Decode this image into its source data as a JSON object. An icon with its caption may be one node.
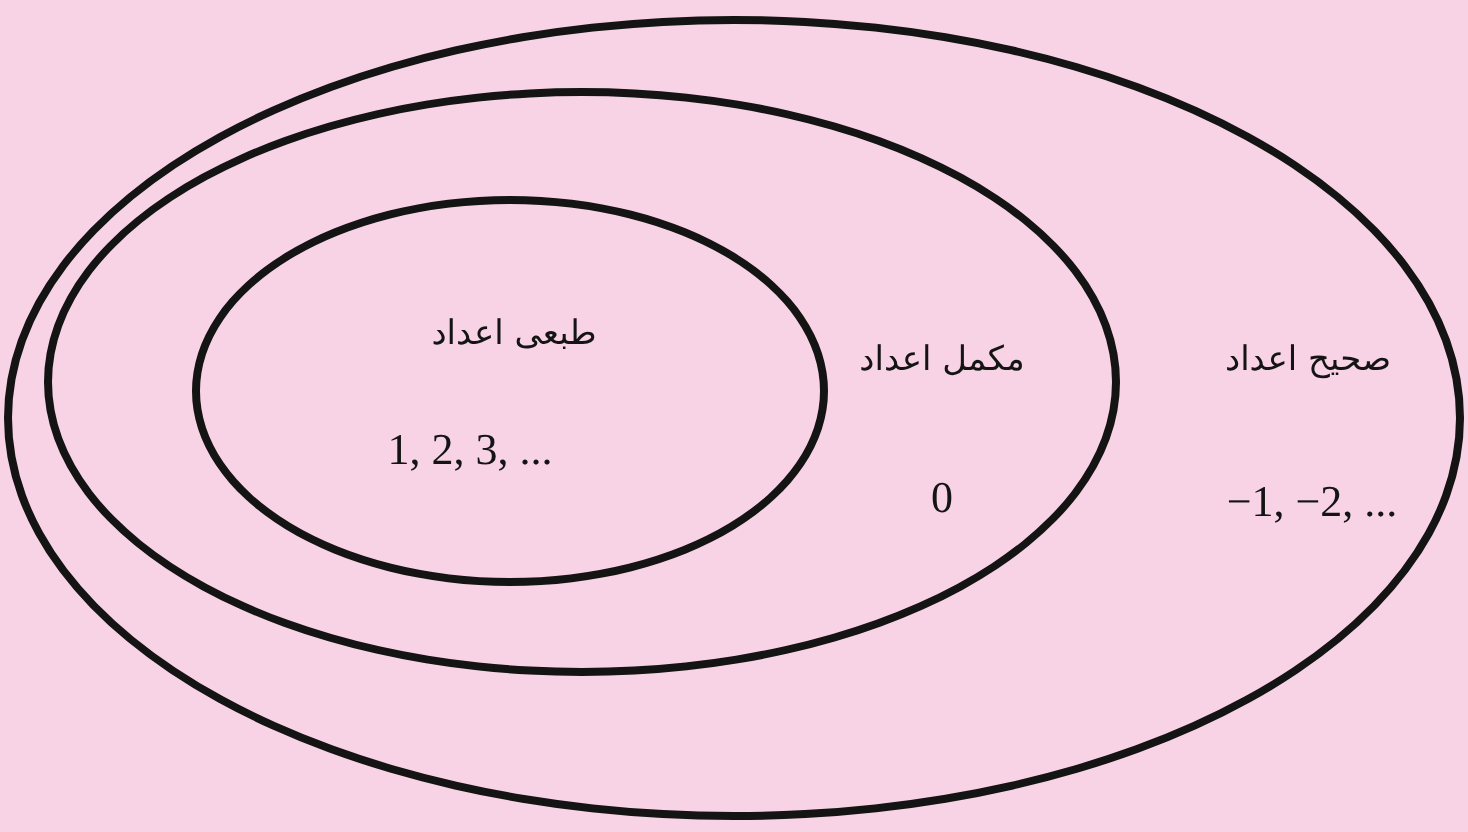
{
  "diagram": {
    "nodes": [
      {
        "text": [
          "صحیح اعداد",
          "−1, −2, ..."
        ]
      },
      {
        "text": [
          "مکمل اعداد",
          "0"
        ],
        "in": 0
      },
      {
        "text": [
          "طبعی اعداد",
          "1, 2, 3, ..."
        ],
        "in": 1
      }
    ]
  }
}
